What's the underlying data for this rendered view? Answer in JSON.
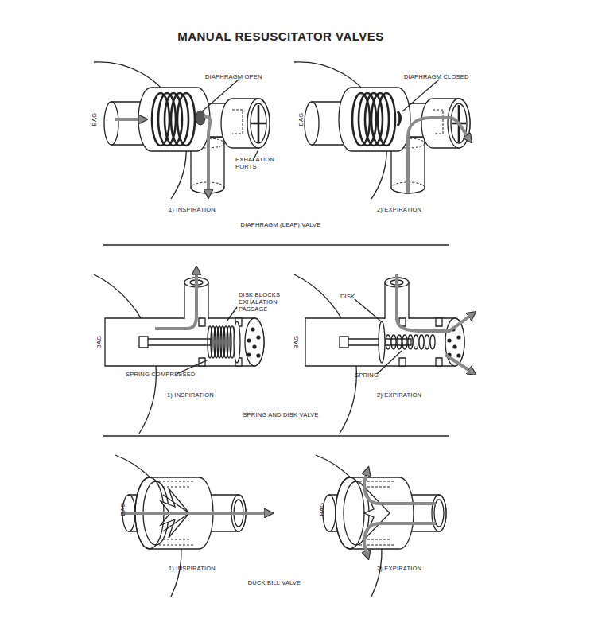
{
  "diagram": {
    "title": "MANUAL RESUSCITATOR VALVES",
    "labels": [
      "DIAPHRAGM OPEN",
      "BAG",
      "EXHALATION PORTS",
      "1) INSPIRATION",
      "DIAPHRAGM CLOSED",
      "BAG",
      "2) EXPIRATION",
      "DIAPHRAGM (LEAF) VALVE",
      "DISK BLOCKS EXHALATION PASSAGE",
      "BAG",
      "SPRING COMPRESSED",
      "1) INSPIRATION",
      "DISK",
      "BAG",
      "SPRING",
      "2) EXPIRATION",
      "SPRING AND DISK VALVE",
      "BAG",
      "1) INSPIRATION",
      "BAG",
      "2) EXPIRATION",
      "DUCK BILL VALVE"
    ]
  }
}
